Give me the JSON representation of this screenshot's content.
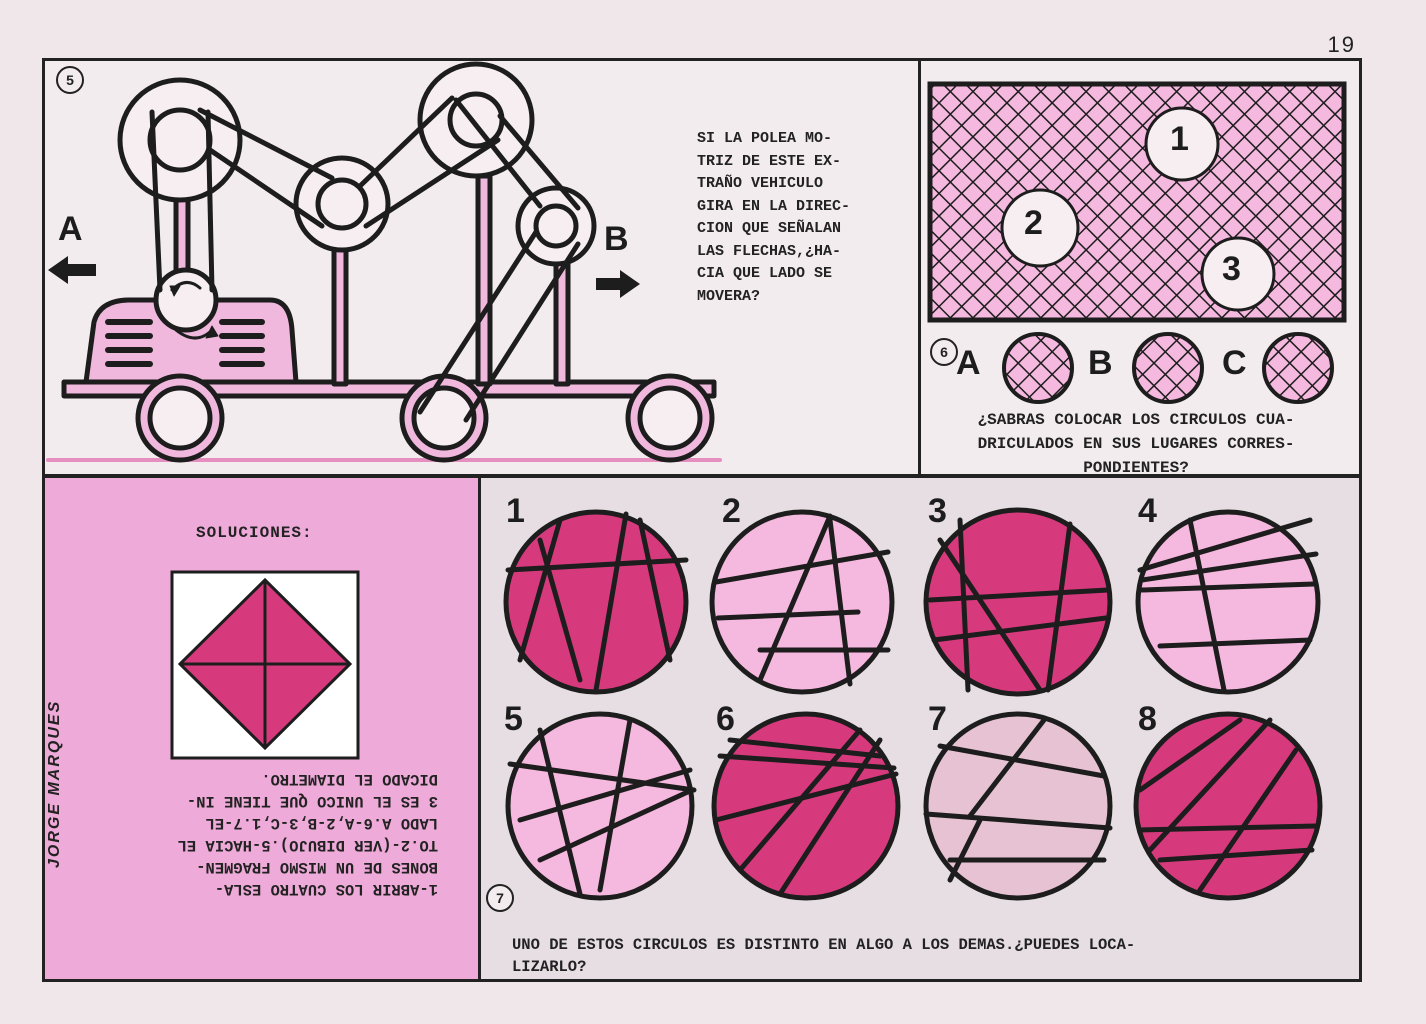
{
  "page_number": "19",
  "puzzle5": {
    "number": "5",
    "label_a": "A",
    "label_b": "B",
    "text": "SI LA POLEA MO-\nTRIZ DE ESTE EX-\nTRAÑO VEHICULO\nGIRA EN LA DIREC-\nCION QUE SEÑALAN\nLAS FLECHAS,¿HA-\nCIA QUE LADO SE\nMOVERA?",
    "icons": [
      "arrow-left-icon",
      "arrow-right-icon",
      "rotation-arrow-icon"
    ]
  },
  "puzzle6": {
    "number": "6",
    "hole_labels": [
      "1",
      "2",
      "3"
    ],
    "option_labels": [
      "A",
      "B",
      "C"
    ],
    "text": "¿SABRAS COLOCAR LOS CIRCULOS CUA-\nDRICULADOS EN SUS LUGARES CORRES-\nPONDIENTES?"
  },
  "solutions": {
    "title": "SOLUCIONES:",
    "text": "1-ABRIR LOS CUATRO ESLA-\nBONES DE UN MISMO FRAGMEN-\nTO.2-(VER DIBUJO).5-HACIA EL\nLADO A.6-A,2-B,3-C,1.7-EL\n3 ES EL UNICO QUE TIENE IN-\nDICADO EL DIAMETRO.",
    "signature": "JORGE MARQUES"
  },
  "puzzle7": {
    "number": "7",
    "circle_labels": [
      "1",
      "2",
      "3",
      "4",
      "5",
      "6",
      "7",
      "8"
    ],
    "text": "UNO DE ESTOS CIRCULOS ES DISTINTO EN ALGO A LOS DEMAS.¿PUEDES LOCA-\nLIZARLO?"
  },
  "colors": {
    "dark_pink": "#d63a7c",
    "light_pink": "#f5b8de",
    "mid_pink": "#e58fc1",
    "ink": "#1d1d1d",
    "paper": "#f3ecef",
    "mauve": "#e6c2d2"
  }
}
